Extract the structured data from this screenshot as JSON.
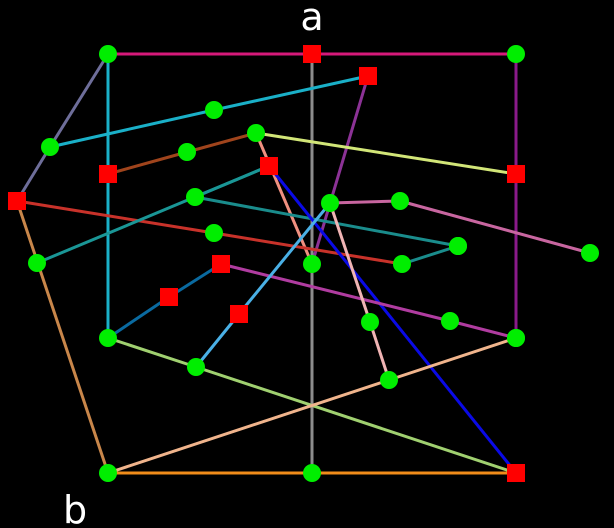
{
  "labels": {
    "top": "a",
    "bottom": "b"
  },
  "colors": {
    "background": "#000000",
    "circle_node": "#00ee00",
    "square_node": "#ff0000"
  },
  "nodes": [
    {
      "id": "n1",
      "shape": "circle"
    },
    {
      "id": "n2",
      "shape": "square"
    },
    {
      "id": "n3",
      "shape": "circle"
    },
    {
      "id": "n4",
      "shape": "square"
    },
    {
      "id": "n5",
      "shape": "circle"
    },
    {
      "id": "n6",
      "shape": "circle"
    },
    {
      "id": "n7",
      "shape": "circle"
    },
    {
      "id": "n8",
      "shape": "circle"
    },
    {
      "id": "n9",
      "shape": "square"
    },
    {
      "id": "n10",
      "shape": "square"
    },
    {
      "id": "n11",
      "shape": "square"
    },
    {
      "id": "n12",
      "shape": "circle"
    },
    {
      "id": "n13",
      "shape": "circle"
    },
    {
      "id": "n14",
      "shape": "circle"
    },
    {
      "id": "n15",
      "shape": "circle"
    },
    {
      "id": "n16",
      "shape": "square"
    },
    {
      "id": "n17",
      "shape": "circle"
    },
    {
      "id": "n18",
      "shape": "circle"
    },
    {
      "id": "n19",
      "shape": "square"
    },
    {
      "id": "n20",
      "shape": "circle"
    },
    {
      "id": "n21",
      "shape": "circle"
    },
    {
      "id": "n22",
      "shape": "circle"
    },
    {
      "id": "n23",
      "shape": "circle"
    },
    {
      "id": "n24",
      "shape": "circle"
    },
    {
      "id": "n25",
      "shape": "square"
    },
    {
      "id": "n26",
      "shape": "circle"
    },
    {
      "id": "n27",
      "shape": "circle"
    },
    {
      "id": "n28",
      "shape": "circle"
    },
    {
      "id": "n29",
      "shape": "circle"
    },
    {
      "id": "n30",
      "shape": "square"
    },
    {
      "id": "n31",
      "shape": "circle"
    },
    {
      "id": "n32",
      "shape": "circle"
    },
    {
      "id": "n33",
      "shape": "circle"
    },
    {
      "id": "n34",
      "shape": "circle"
    },
    {
      "id": "n35",
      "shape": "square"
    }
  ],
  "edges": [
    {
      "from": "n1",
      "to": "n2",
      "color": "#d6197a"
    },
    {
      "from": "n2",
      "to": "n3",
      "color": "#d6197a"
    },
    {
      "from": "n2",
      "to": "n34",
      "color": "#8c8c8c"
    },
    {
      "from": "n1",
      "to": "n8",
      "color": "#6e6e9a"
    },
    {
      "from": "n8",
      "to": "n10",
      "color": "#6e6e9a"
    },
    {
      "from": "n1",
      "to": "n21",
      "color": "#1ab0c8"
    },
    {
      "from": "n3",
      "to": "n22",
      "color": "#8a1a8a"
    },
    {
      "from": "n4",
      "to": "n5",
      "color": "#1ab0c8"
    },
    {
      "from": "n5",
      "to": "n8",
      "color": "#1ab0c8"
    },
    {
      "from": "n4",
      "to": "n18",
      "color": "#8c3296"
    },
    {
      "from": "n9",
      "to": "n7",
      "color": "#a0441c"
    },
    {
      "from": "n7",
      "to": "n6",
      "color": "#a0441c"
    },
    {
      "from": "n6",
      "to": "n11",
      "color": "#d2e678"
    },
    {
      "from": "n6",
      "to": "n18",
      "color": "#f09080"
    },
    {
      "from": "n10",
      "to": "n20",
      "color": "#c8322a"
    },
    {
      "from": "n20",
      "to": "n17",
      "color": "#c8322a"
    },
    {
      "from": "n12",
      "to": "n13",
      "color": "#c866a0"
    },
    {
      "from": "n13",
      "to": "n14",
      "color": "#c866a0"
    },
    {
      "from": "n10",
      "to": "n33",
      "color": "#c8864a"
    },
    {
      "from": "n15",
      "to": "n16",
      "color": "#1a9696"
    },
    {
      "from": "n16",
      "to": "n23",
      "color": "#1a9696"
    },
    {
      "from": "n23",
      "to": "n24",
      "color": "#1a8c8c"
    },
    {
      "from": "n24",
      "to": "n17",
      "color": "#1a8c8c"
    },
    {
      "from": "n16",
      "to": "n35",
      "color": "#0a0ae6"
    },
    {
      "from": "n19",
      "to": "n25",
      "color": "#0a6aa0"
    },
    {
      "from": "n25",
      "to": "n21",
      "color": "#0a6aa0"
    },
    {
      "from": "n19",
      "to": "n28",
      "color": "#b03ca0"
    },
    {
      "from": "n28",
      "to": "n29",
      "color": "#b03ca0"
    },
    {
      "from": "n12",
      "to": "n30",
      "color": "#4ab0e6"
    },
    {
      "from": "n30",
      "to": "n31",
      "color": "#4ab0e6"
    },
    {
      "from": "n12",
      "to": "n27",
      "color": "#f0b4b4"
    },
    {
      "from": "n27",
      "to": "n32",
      "color": "#f0b4b4"
    },
    {
      "from": "n21",
      "to": "n31",
      "color": "#a0d070"
    },
    {
      "from": "n31",
      "to": "n35",
      "color": "#a0d070"
    },
    {
      "from": "n29",
      "to": "n32",
      "color": "#f0b48c"
    },
    {
      "from": "n32",
      "to": "n33",
      "color": "#f0b48c"
    },
    {
      "from": "n33",
      "to": "n34",
      "color": "#f08c1a"
    },
    {
      "from": "n34",
      "to": "n35",
      "color": "#f08c1a"
    }
  ]
}
